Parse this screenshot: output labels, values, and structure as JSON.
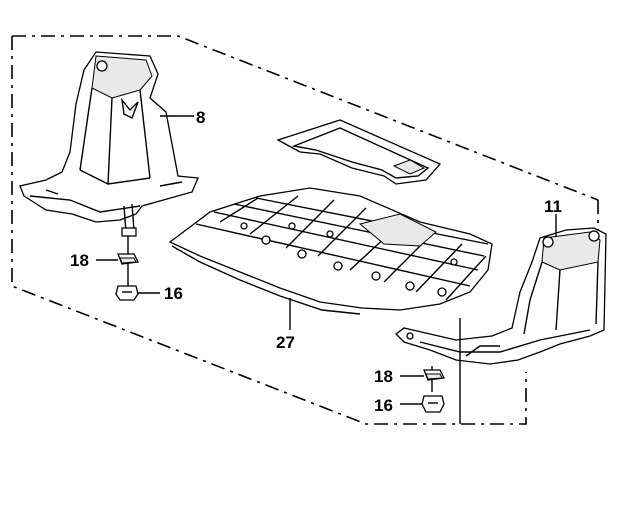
{
  "diagram": {
    "callouts": {
      "front_left_stay": "8",
      "rear_right_stay": "11",
      "under_cover": "27",
      "clip_left": "18",
      "clip_right": "18",
      "bolt_left": "16",
      "bolt_right": "16"
    }
  }
}
